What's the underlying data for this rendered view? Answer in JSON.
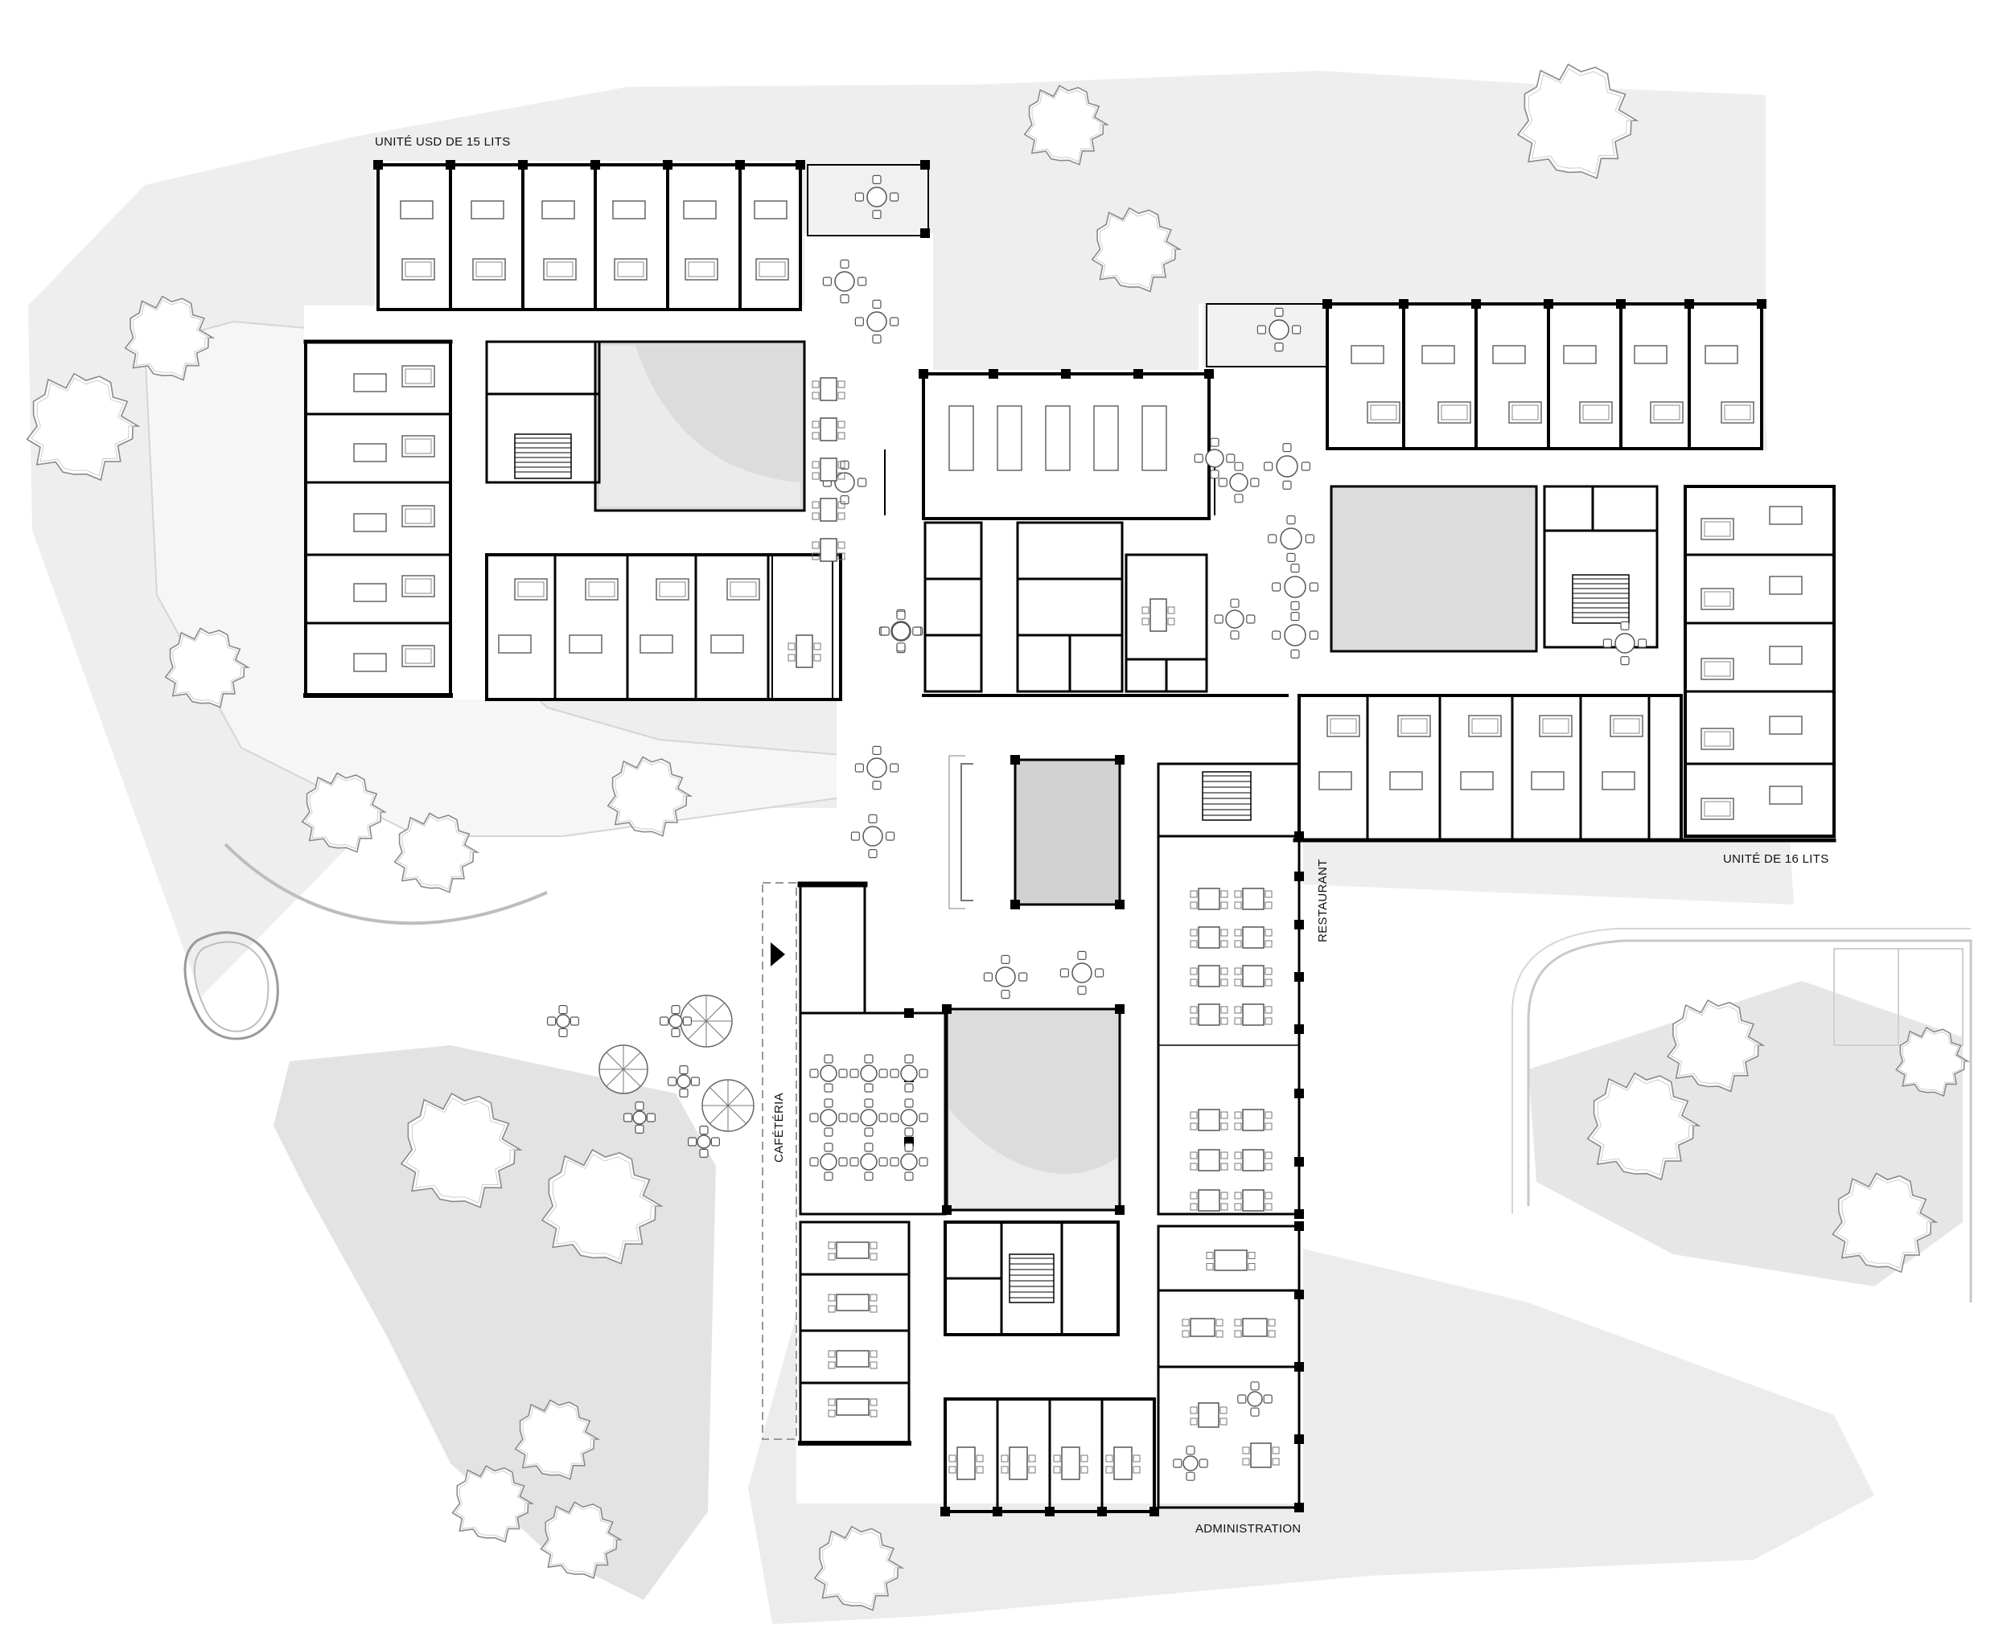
{
  "labels": {
    "usd_unit": "UNITÉ USD DE 15 LITS",
    "unit16": "UNITÉ DE 16 LITS",
    "restaurant": "RESTAURANT",
    "cafeteria": "CAFÉTÉRIA",
    "administration": "ADMINISTRATION"
  },
  "colors": {
    "site": "#eeeeee",
    "site_dark": "#e3e3e3",
    "path": "#f6f6f6",
    "courtyard": "#d9d9d9",
    "interior": "#ffffff",
    "wall": "#000000",
    "furniture": "#555555"
  },
  "icons": {
    "entrance": "entrance-arrow-icon",
    "tree": "tree-icon",
    "umbrella": "umbrella-icon"
  }
}
